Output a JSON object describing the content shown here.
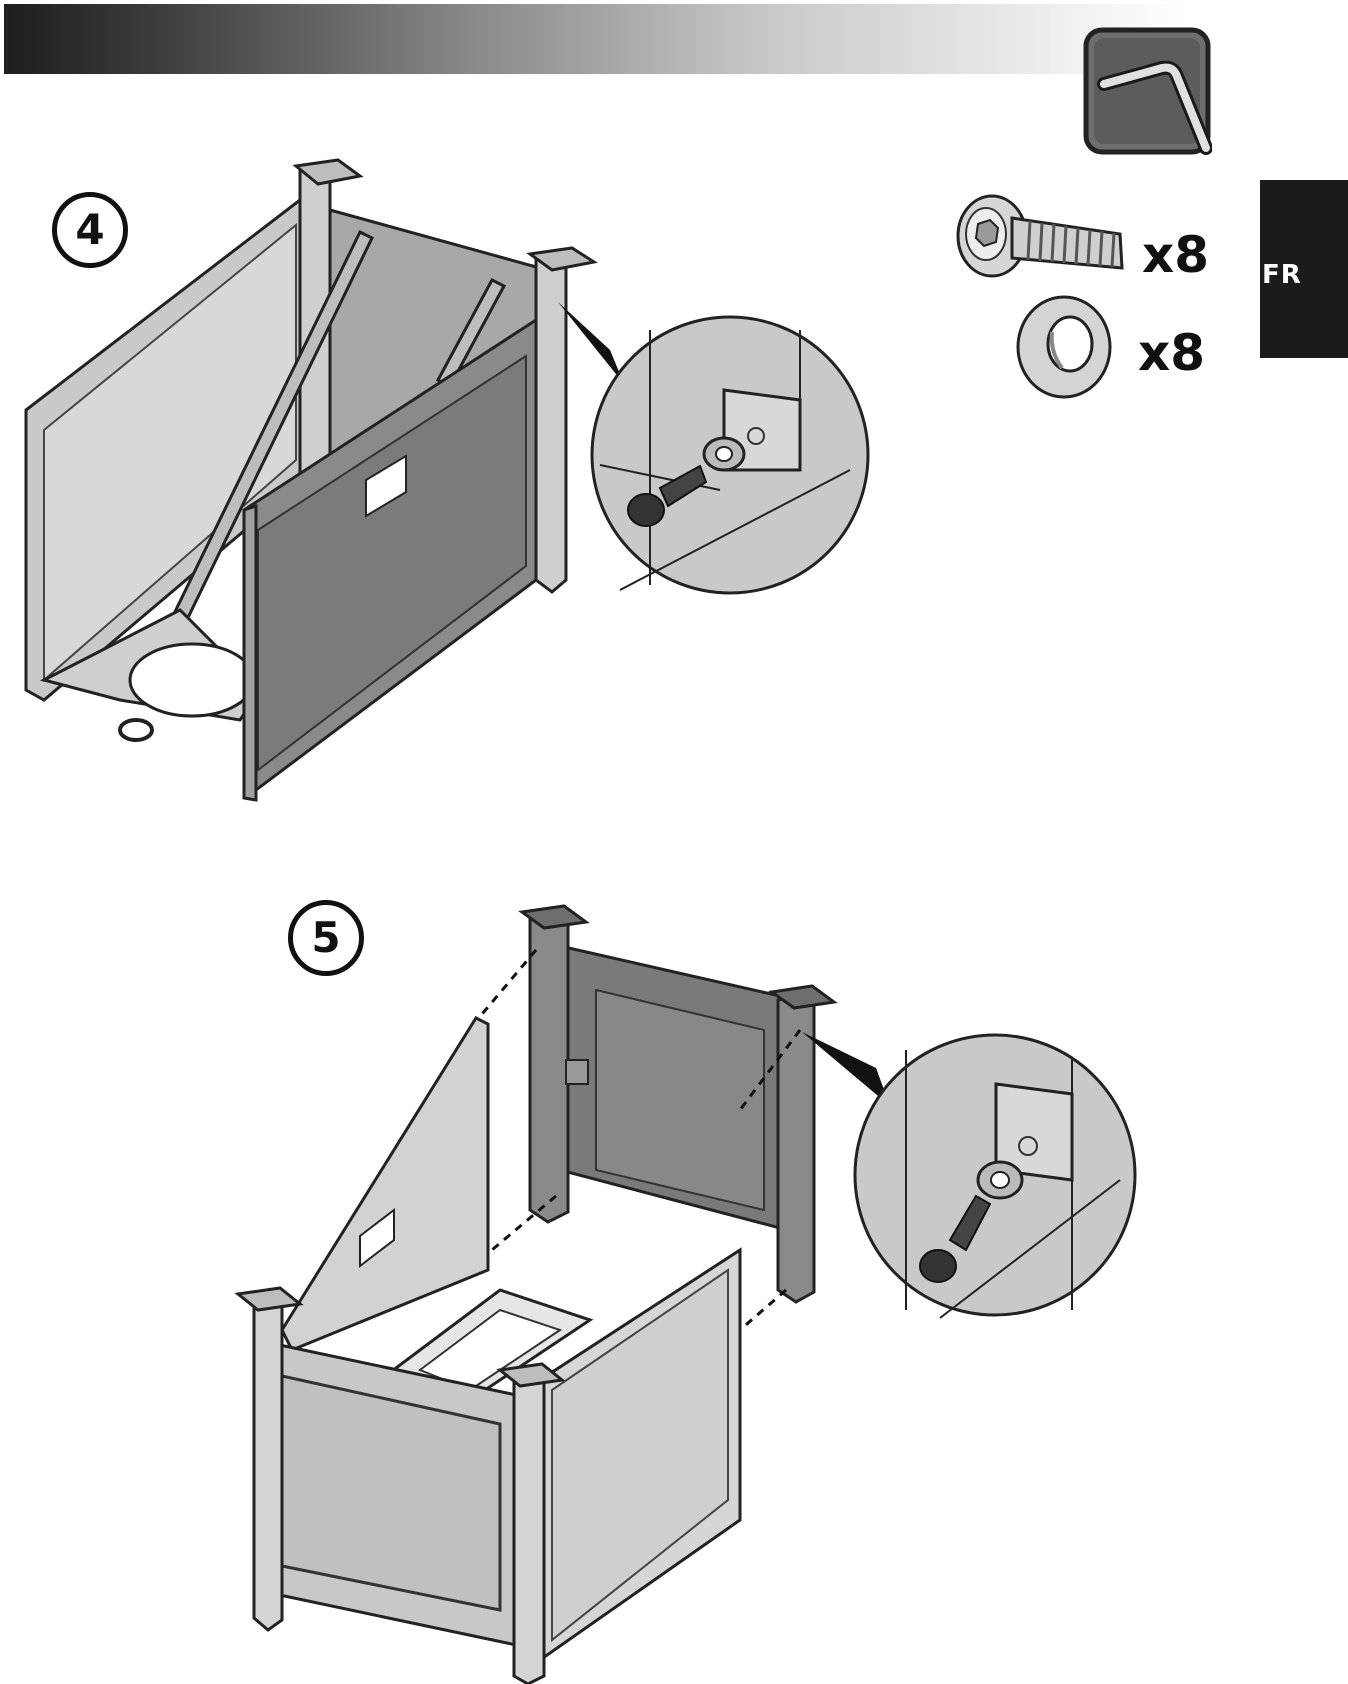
{
  "language_tab": "FR",
  "steps": [
    {
      "number": "4"
    },
    {
      "number": "5"
    }
  ],
  "hardware": {
    "screw_qty": "x8",
    "washer_qty": "x8"
  },
  "icons": {
    "tool": "allen-key-icon",
    "screw": "button-head-screw-icon",
    "washer": "washer-icon"
  },
  "colors": {
    "header_dark": "#1d1d1d",
    "tab_bg": "#1b1b1b",
    "panel_light": "#cfcfcf",
    "panel_dark": "#7d7d7d"
  }
}
